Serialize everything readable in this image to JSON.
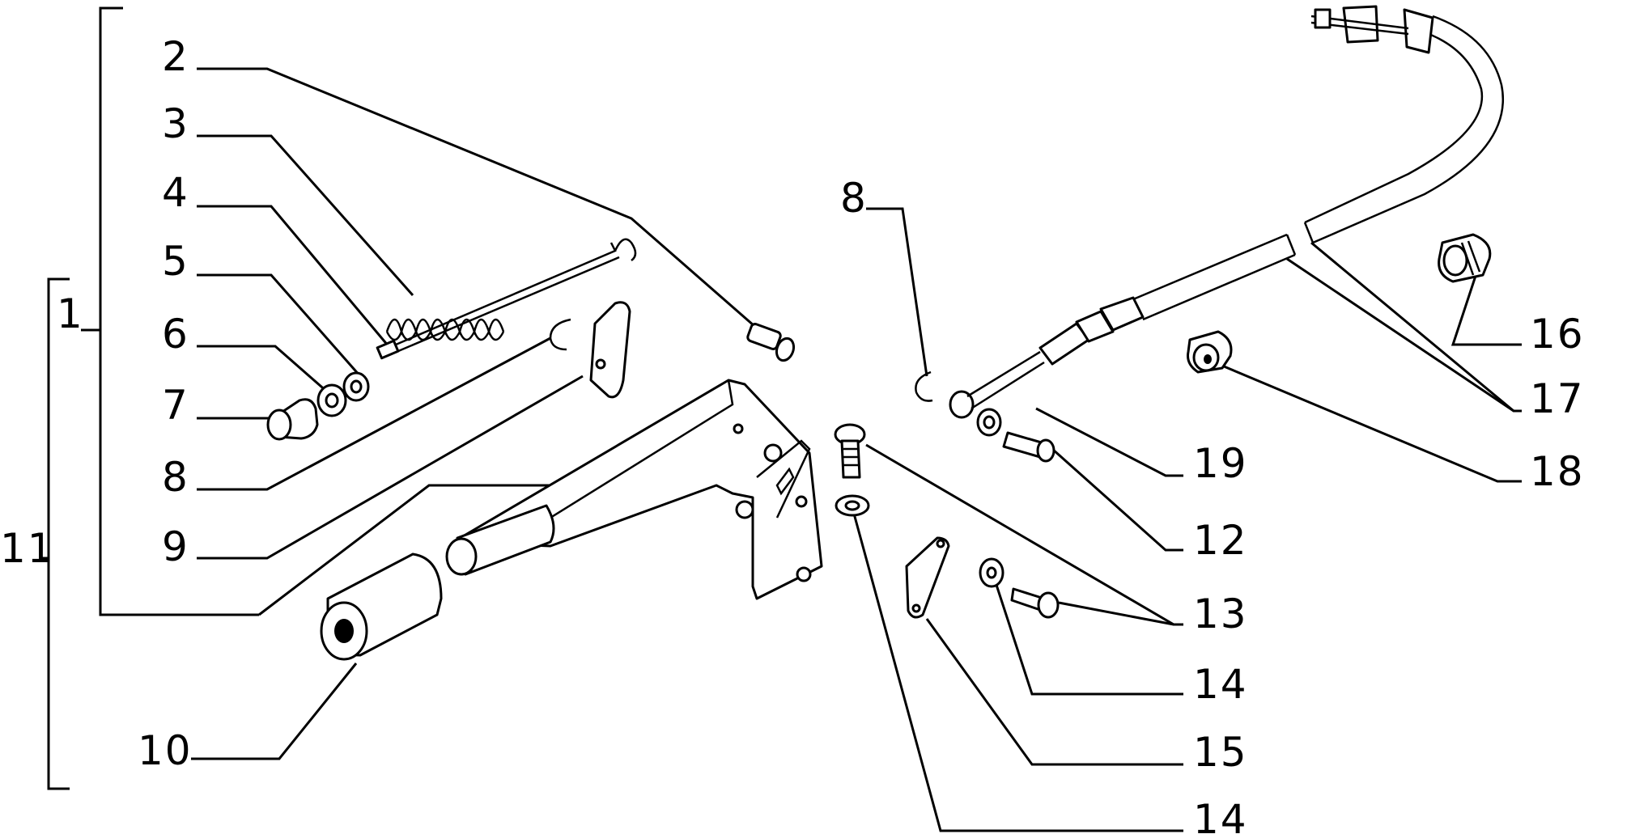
{
  "callouts": {
    "c1": "1",
    "c2": "2",
    "c3": "3",
    "c4": "4",
    "c5": "5",
    "c6": "6",
    "c7": "7",
    "c8_left": "8",
    "c9": "9",
    "c10": "10",
    "c11": "11",
    "c8_right": "8",
    "c12": "12",
    "c13": "13",
    "c14_top": "14",
    "c15": "15",
    "c14_bottom": "14",
    "c16": "16",
    "c17": "17",
    "c18": "18",
    "c19": "19"
  },
  "colors": {
    "ink": "#000000",
    "paper": "#ffffff"
  }
}
